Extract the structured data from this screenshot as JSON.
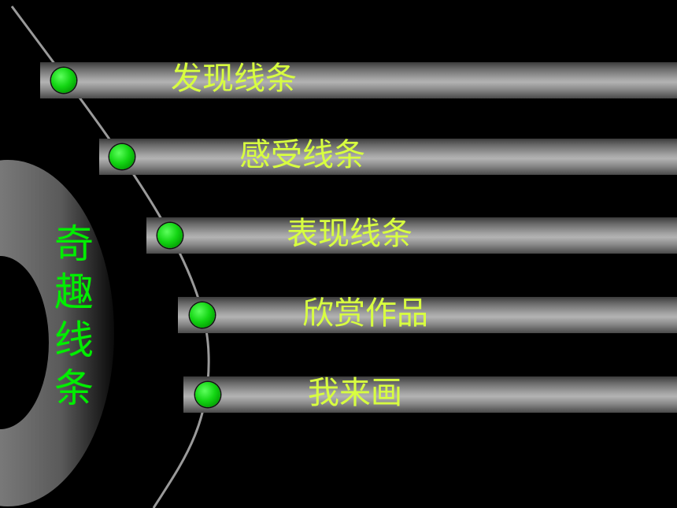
{
  "slide": {
    "vertical_title": [
      "奇",
      "趣",
      "线",
      "条"
    ],
    "menu": [
      {
        "label": "发现线条"
      },
      {
        "label": "感受线条"
      },
      {
        "label": "表现线条"
      },
      {
        "label": "欣赏作品"
      },
      {
        "label": "我来画"
      }
    ]
  },
  "colors": {
    "background": "#000000",
    "title_text": "#00ee00",
    "menu_text": "#d8ff40",
    "bullet": "#14d614"
  }
}
